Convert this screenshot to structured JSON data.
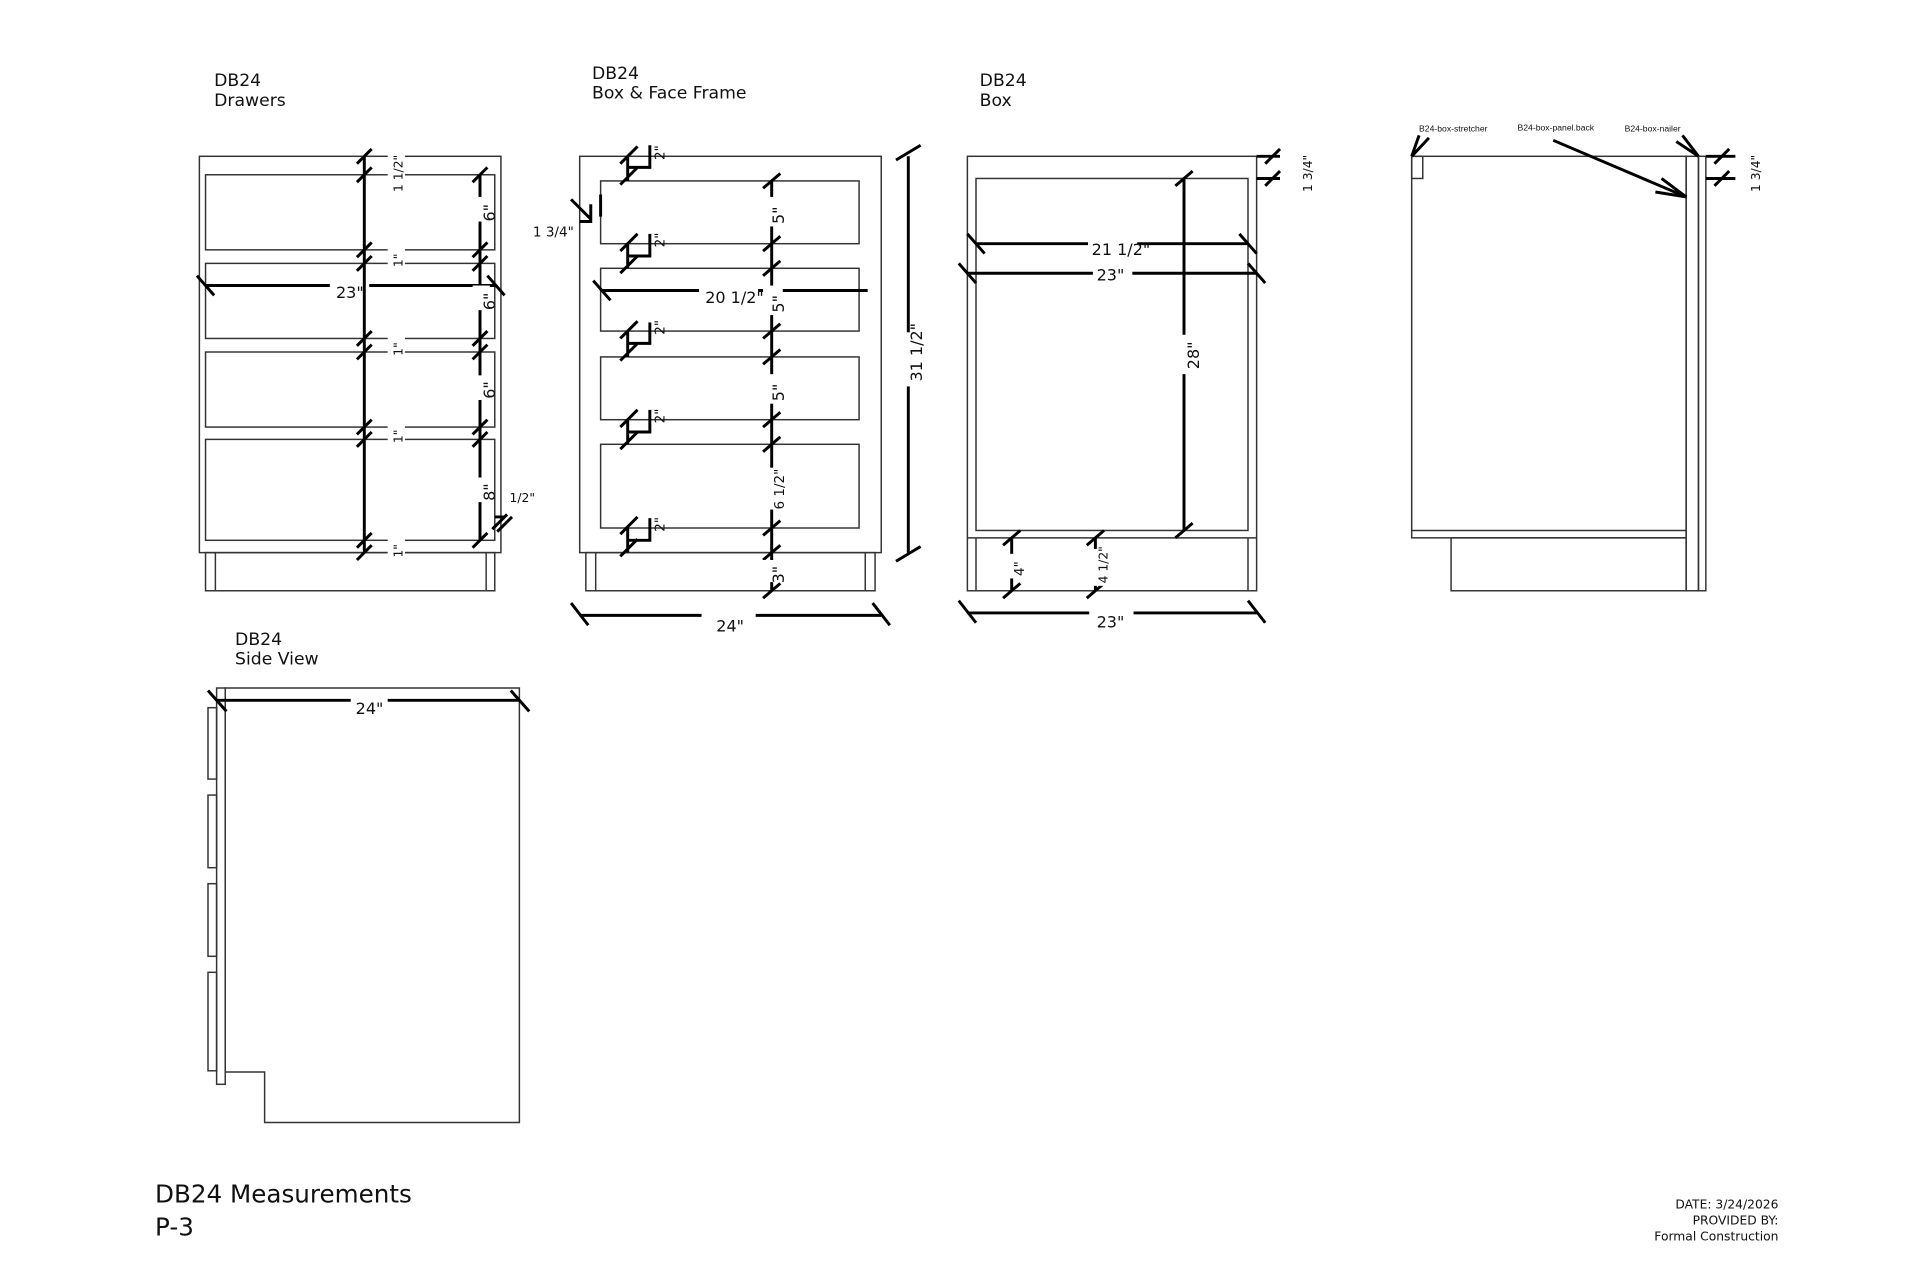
{
  "views": {
    "drawers": {
      "line1": "DB24",
      "line2": "Drawers",
      "dims": {
        "top_gap": "1 1/2\"",
        "width": "23\"",
        "drawer1": "6\"",
        "drawer2": "6\"",
        "drawer3": "6\"",
        "drawer4": "8\"",
        "gap1": "1\"",
        "gap2": "1\"",
        "gap3": "1\"",
        "gap4": "1\"",
        "side": "1/2\""
      }
    },
    "face_frame": {
      "line1": "DB24",
      "line2": "Box & Face Frame",
      "dims": {
        "stile": "1 3/4\"",
        "rail1": "2\"",
        "rail2": "2\"",
        "rail3": "2\"",
        "rail4": "2\"",
        "rail5": "2\"",
        "opening_width": "20 1/2\"",
        "open1": "5\"",
        "open2": "5\"",
        "open3": "5\"",
        "open4": "6 1/2\"",
        "toe": "3\"",
        "height": "31 1/2\"",
        "width": "24\""
      }
    },
    "box": {
      "line1": "DB24",
      "line2": "Box",
      "dims": {
        "inner_width": "21 1/2\"",
        "outer_width": "23\"",
        "inner_height": "28\"",
        "top": "1 3/4\"",
        "toe_a": "4\"",
        "toe_b": "4 1/2\"",
        "bottom_width": "23\""
      }
    },
    "box_side": {
      "labels": [
        "B24-box-stretcher",
        "B24-box-panel.back",
        "B24-box-nailer"
      ],
      "dim": "1 3/4\""
    },
    "side_view": {
      "line1": "DB24",
      "line2": "Side View",
      "depth": "24\""
    }
  },
  "footer": {
    "title": "DB24 Measurements",
    "page": "P-3",
    "date": "DATE: 3/24/2026",
    "provided_by": "PROVIDED BY:",
    "company": "Formal Construction"
  }
}
